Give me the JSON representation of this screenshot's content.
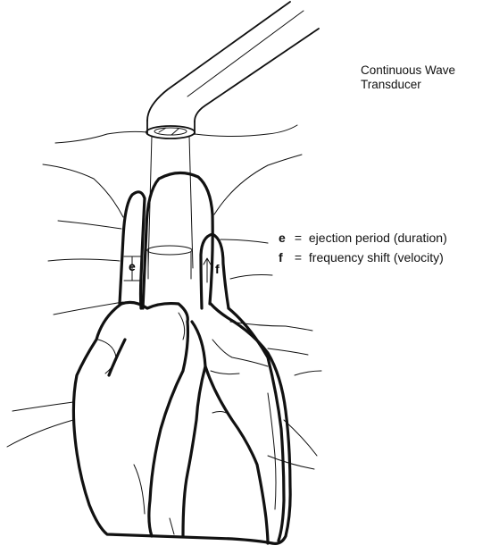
{
  "transducer_label": {
    "line1": "Continuous Wave",
    "line2": "Transducer"
  },
  "legend": [
    {
      "symbol": "e",
      "equals": "=",
      "text": "ejection period (duration)"
    },
    {
      "symbol": "f",
      "equals": "=",
      "text": "frequency shift (velocity)"
    }
  ],
  "markers": {
    "e": "e",
    "f": "f"
  }
}
